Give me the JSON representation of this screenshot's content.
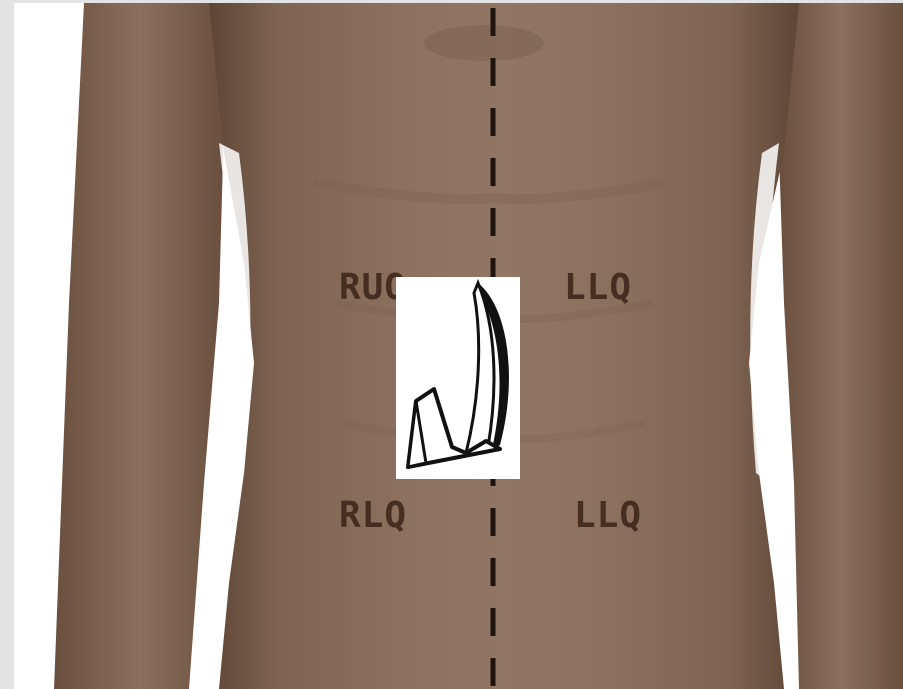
{
  "image": {
    "subject": "abdomen-quadrants",
    "quadrant_labels": {
      "upper_right": "RUQ",
      "upper_left": "LLQ",
      "lower_right": "RLQ",
      "lower_left": "LLQ"
    },
    "arrow_direction": "clockwise-down-left",
    "colors": {
      "skin": "#8a6f5c",
      "skin_shadow": "#5e4535",
      "label": "#3a2317",
      "midline": "#1e1410",
      "background": "#ffffff",
      "frame": "#e3e3e3"
    }
  }
}
